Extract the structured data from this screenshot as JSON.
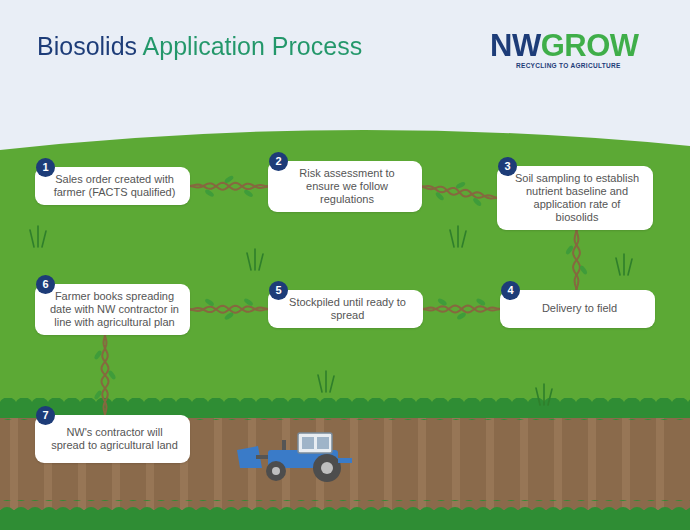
{
  "diagram": {
    "title": "Biosolids Application Process",
    "nodes": [
      {
        "text": [
          "1",
          "Sales order created with farmer (FACTS qualified)"
        ]
      },
      {
        "text": [
          "2",
          "Risk assessment to ensure we follow regulations"
        ]
      },
      {
        "text": [
          "3",
          "Soil sampling to establish nutrient baseline and application rate of biosolids"
        ]
      },
      {
        "text": [
          "4",
          "Delivery to field"
        ]
      },
      {
        "text": [
          "5",
          "Stockpiled until ready to spread"
        ]
      },
      {
        "text": [
          "6",
          "Farmer books spreading date with NW contractor in line with agricultural plan"
        ]
      },
      {
        "text": [
          "7",
          "NW's contractor will spread to agricultural land"
        ]
      }
    ],
    "edges": [
      {
        "from": 0,
        "to": 1,
        "arrow": "none"
      },
      {
        "from": 1,
        "to": 2,
        "arrow": "none"
      },
      {
        "from": 2,
        "to": 3,
        "arrow": "none"
      },
      {
        "from": 3,
        "to": 4,
        "arrow": "none"
      },
      {
        "from": 4,
        "to": 5,
        "arrow": "none"
      },
      {
        "from": 5,
        "to": 6,
        "arrow": "none"
      }
    ],
    "labels": [
      "NWGROW",
      "RECYCLING TO AGRICULTURE"
    ]
  }
}
